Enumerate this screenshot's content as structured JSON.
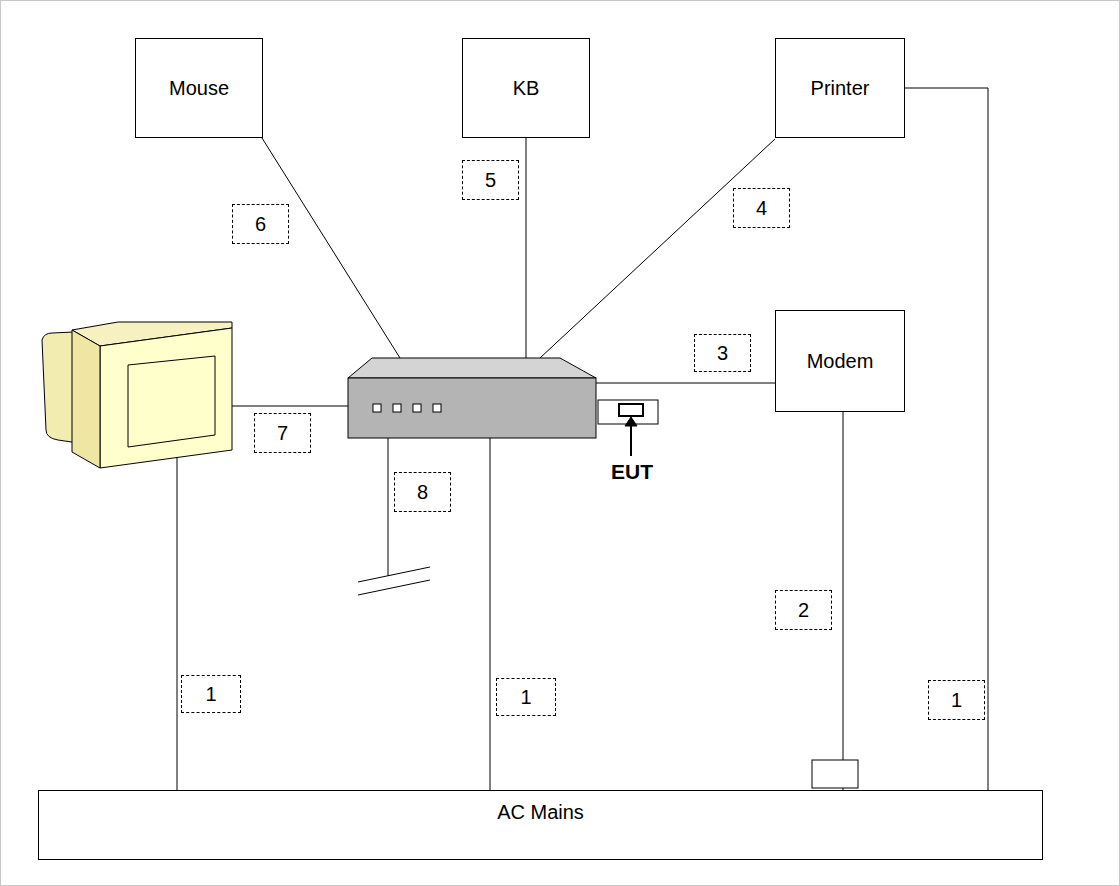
{
  "diagram": {
    "nodes": [
      {
        "text": [
          "Mouse"
        ]
      },
      {
        "text": [
          "KB"
        ]
      },
      {
        "text": [
          "Printer"
        ]
      },
      {
        "text": [
          "Modem"
        ]
      },
      {
        "text": [
          "AC Mains"
        ]
      }
    ],
    "edges": [
      {
        "from": 2,
        "to": 4,
        "arrow": "none"
      },
      {
        "from": 3,
        "to": 4,
        "arrow": "none"
      }
    ],
    "labels": [
      "6",
      "5",
      "4",
      "3",
      "7",
      "EUT",
      "8",
      "2",
      "1",
      "1",
      "1"
    ]
  }
}
